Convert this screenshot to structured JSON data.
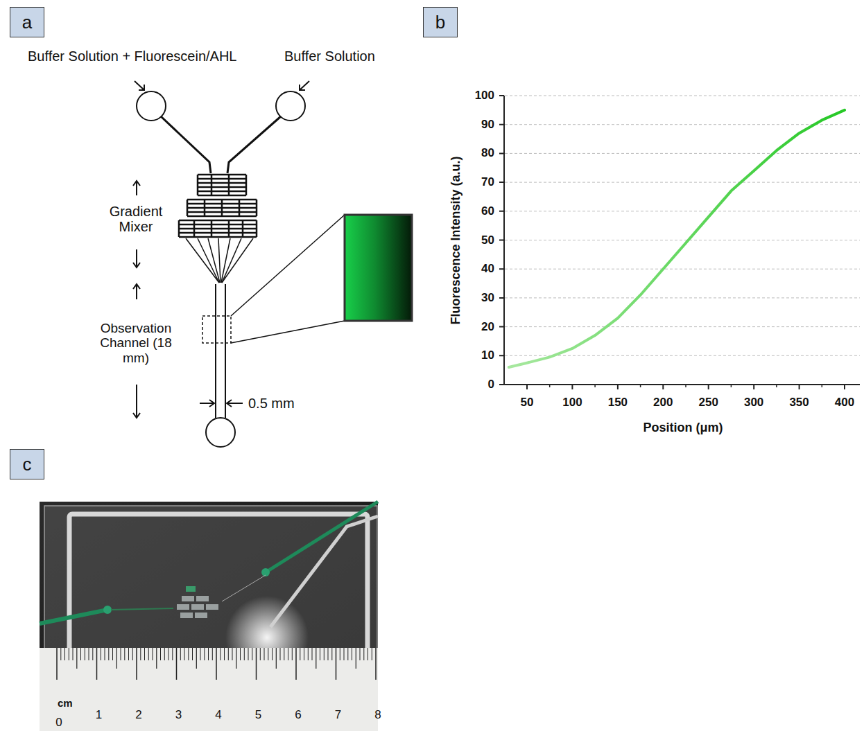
{
  "diagram": {
    "nodes": [
      {
        "text": [
          "a"
        ]
      },
      {
        "text": [
          "b"
        ]
      },
      {
        "text": [
          "c"
        ]
      }
    ],
    "labels": [
      "Buffer Solution + Fluorescein/AHL",
      "Buffer Solution",
      "Gradient Mixer",
      "Observation Channel (18 mm)",
      "0.5 mm",
      "0",
      "10",
      "20",
      "30",
      "40",
      "50",
      "60",
      "70",
      "80",
      "90",
      "100",
      "50",
      "100",
      "150",
      "200",
      "250",
      "300",
      "350",
      "400",
      "Fluorescence Intensity (a.u.)",
      "Position (μm)",
      "cm",
      "0",
      "1",
      "2",
      "3",
      "4",
      "5",
      "6",
      "7",
      "8"
    ]
  }
}
